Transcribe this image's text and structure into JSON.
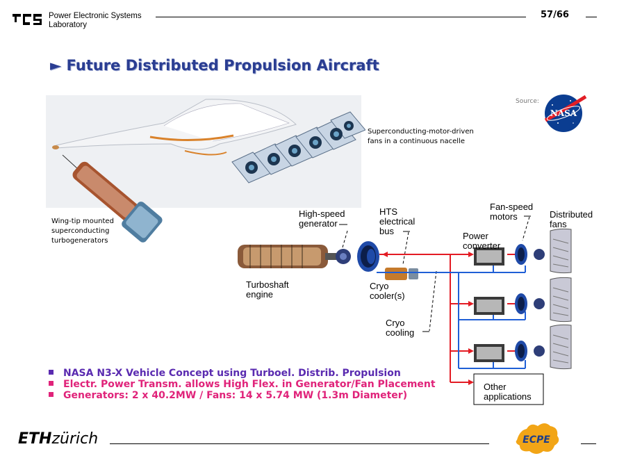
{
  "header": {
    "lab_line1": "Power Electronic Systems",
    "lab_line2": "Laboratory",
    "page_number": "57/66"
  },
  "title": "► Future Distributed Propulsion Aircraft",
  "source_label": "Source:",
  "nasa_logo_text": "NASA",
  "captions": {
    "fans": [
      "Superconducting-motor-driven",
      "fans in a continuous nacelle"
    ],
    "wingtip": [
      "Wing-tip mounted",
      "superconducting",
      "turbogenerators"
    ]
  },
  "diagram": {
    "high_speed_generator": [
      "High-speed",
      "generator"
    ],
    "hts_bus": [
      "HTS",
      "electrical",
      "bus"
    ],
    "fan_speed_motors": [
      "Fan-speed",
      "motors"
    ],
    "distributed_fans": [
      "Distributed",
      "fans"
    ],
    "power_converter": [
      "Power",
      "converter"
    ],
    "turboshaft_engine": [
      "Turboshaft",
      "engine"
    ],
    "cryo_coolers": [
      "Cryo",
      "cooler(s)"
    ],
    "cryo_cooling": [
      "Cryo",
      "cooling"
    ],
    "other_applications": [
      "Other",
      "applications"
    ]
  },
  "bullets": [
    {
      "text": "NASA N3-X Vehicle Concept using Turboel. Distrib. Propulsion",
      "color": "#5a2bb0"
    },
    {
      "text": "Electr. Power Transm. allows High Flex. in Generator/Fan Placement",
      "color": "#e0237a"
    },
    {
      "text": "Generators: 2 x 40.2MW / Fans: 14 x 5.74 MW  (1.3m Diameter)",
      "color": "#e0237a"
    }
  ],
  "footer": {
    "eth_bold": "ETH",
    "eth_light": "zürich",
    "ecpe_logo_text": "ECPE"
  },
  "colors": {
    "title": "#2a3d92",
    "power_line": "#e31b23",
    "cryo_line": "#1f5fd6"
  }
}
